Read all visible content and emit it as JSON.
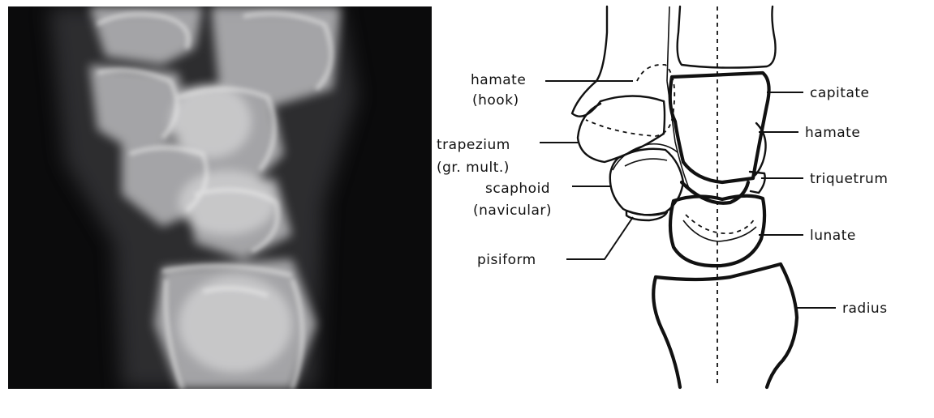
{
  "labels": {
    "hamate_hook_1": "hamate",
    "hamate_hook_2": "(hook)",
    "trapezium_1": "trapezium",
    "trapezium_2": "(gr. mult.)",
    "scaphoid_1": "scaphoid",
    "scaphoid_2": "(navicular)",
    "pisiform": "pisiform",
    "capitate": "capitate",
    "hamate": "hamate",
    "triquetrum": "triquetrum",
    "lunate": "lunate",
    "radius": "radius"
  },
  "colors": {
    "background": "#ffffff",
    "line": "#111111",
    "xray_dark": "#0b0b0c",
    "xray_bone": "#d9d9d9"
  }
}
